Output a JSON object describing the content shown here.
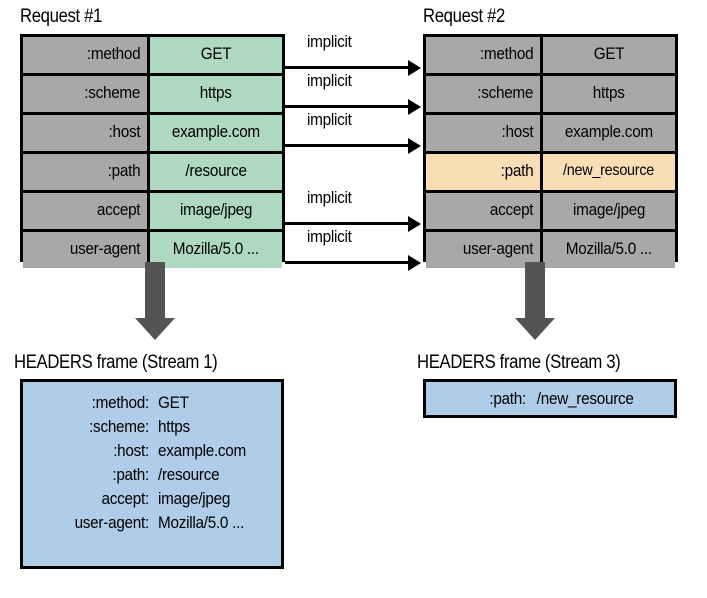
{
  "colors": {
    "green_value": "#aed9c0",
    "gray_cell": "#a8a8a8",
    "orange_highlight": "#f9ddb4",
    "blue_frame": "#afcce8",
    "arrow_gray": "#545454",
    "stroke": "#000000"
  },
  "request1": {
    "title": "Request #1",
    "rows": [
      {
        "name": ":method",
        "value": "GET",
        "highlight": false
      },
      {
        "name": ":scheme",
        "value": "https",
        "highlight": false
      },
      {
        "name": ":host",
        "value": "example.com",
        "highlight": false
      },
      {
        "name": ":path",
        "value": "/resource",
        "highlight": false
      },
      {
        "name": "accept",
        "value": "image/jpeg",
        "highlight": false
      },
      {
        "name": "user-agent",
        "value": "Mozilla/5.0 ...",
        "highlight": false
      }
    ]
  },
  "request2": {
    "title": "Request #2",
    "rows": [
      {
        "name": ":method",
        "value": "GET",
        "highlight": false
      },
      {
        "name": ":scheme",
        "value": "https",
        "highlight": false
      },
      {
        "name": ":host",
        "value": "example.com",
        "highlight": false
      },
      {
        "name": ":path",
        "value": "/new_resource",
        "highlight": true
      },
      {
        "name": "accept",
        "value": "image/jpeg",
        "highlight": false
      },
      {
        "name": "user-agent",
        "value": "Mozilla/5.0 ...",
        "highlight": false
      }
    ]
  },
  "implicit_arrows": [
    {
      "label": "implicit",
      "from_row": ":method",
      "to_row": ":method"
    },
    {
      "label": "implicit",
      "from_row": ":scheme",
      "to_row": ":scheme"
    },
    {
      "label": "implicit",
      "from_row": ":host",
      "to_row": ":host"
    },
    {
      "label": "implicit",
      "from_row": "accept",
      "to_row": "accept"
    },
    {
      "label": "implicit",
      "from_row": "user-agent",
      "to_row": "user-agent"
    }
  ],
  "frame1": {
    "title": "HEADERS frame (Stream 1)",
    "rows": [
      {
        "key": ":method:",
        "value": "GET"
      },
      {
        "key": ":scheme:",
        "value": "https"
      },
      {
        "key": ":host:",
        "value": "example.com"
      },
      {
        "key": ":path:",
        "value": "/resource"
      },
      {
        "key": "accept:",
        "value": "image/jpeg"
      },
      {
        "key": "user-agent:",
        "value": "Mozilla/5.0 ..."
      }
    ]
  },
  "frame2": {
    "title": "HEADERS frame (Stream 3)",
    "rows": [
      {
        "key": ":path:",
        "value": "/new_resource"
      }
    ]
  }
}
